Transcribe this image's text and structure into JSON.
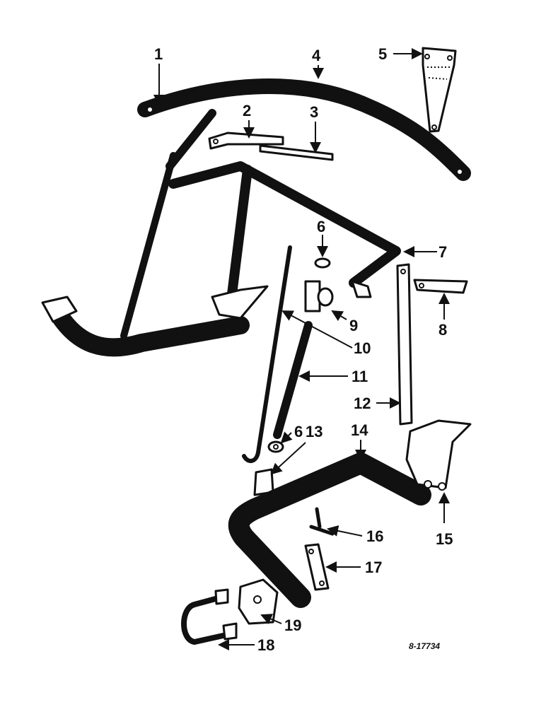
{
  "callouts": [
    "1",
    "2",
    "3",
    "4",
    "5",
    "6",
    "7",
    "8",
    "9",
    "10",
    "11",
    "12",
    "13",
    "14",
    "15",
    "6",
    "16",
    "17",
    "18",
    "19"
  ],
  "drawing_number": "8-17734"
}
